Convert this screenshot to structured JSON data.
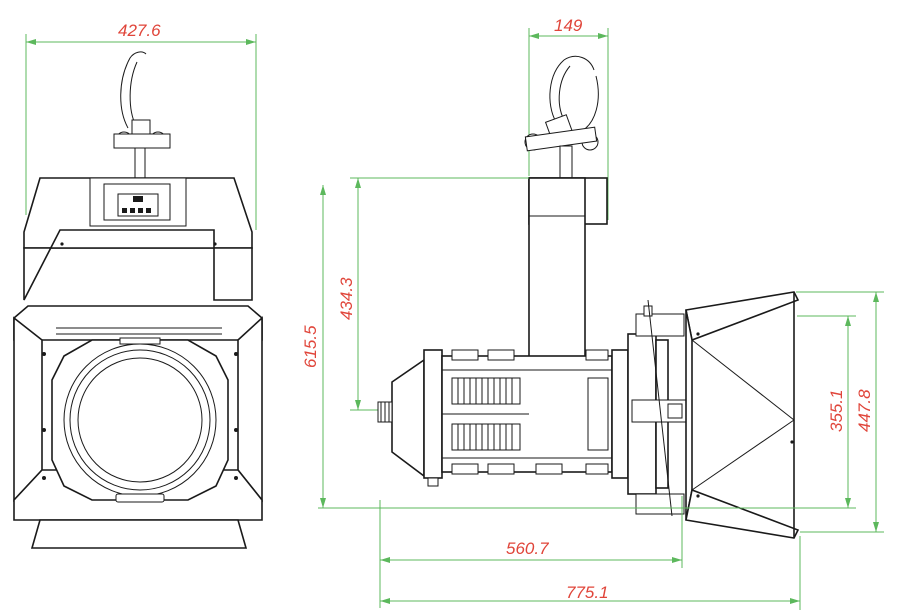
{
  "dimensions": {
    "front_width": "427.6",
    "side_bracket_width": "149",
    "total_height": "615.5",
    "yoke_height": "434.3",
    "barndoor_height_inner": "355.1",
    "barndoor_height_outer": "447.8",
    "body_length": "560.7",
    "total_length": "775.1"
  },
  "colors": {
    "dimension_line": "#5cb85c",
    "dimension_text": "#e0453a",
    "outline": "#1a1a1a"
  }
}
